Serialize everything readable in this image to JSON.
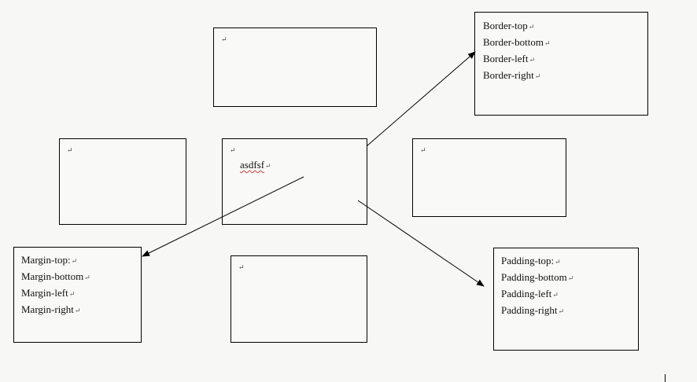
{
  "paragraph_mark": "↵",
  "center_box": {
    "text": "asdfsf"
  },
  "border_box": {
    "items": [
      "Border-top",
      "Border-bottom",
      "Border-left",
      "Border-right"
    ]
  },
  "margin_box": {
    "items": [
      "Margin-top:",
      "Margin-bottom",
      "Margin-left",
      "Margin-right"
    ]
  },
  "padding_box": {
    "items": [
      "Padding-top:",
      "Padding-bottom",
      "Padding-left",
      "Padding-right"
    ]
  },
  "colors": {
    "line": "#000000",
    "background": "#f7f7f5",
    "spellcheck": "#d04040"
  }
}
